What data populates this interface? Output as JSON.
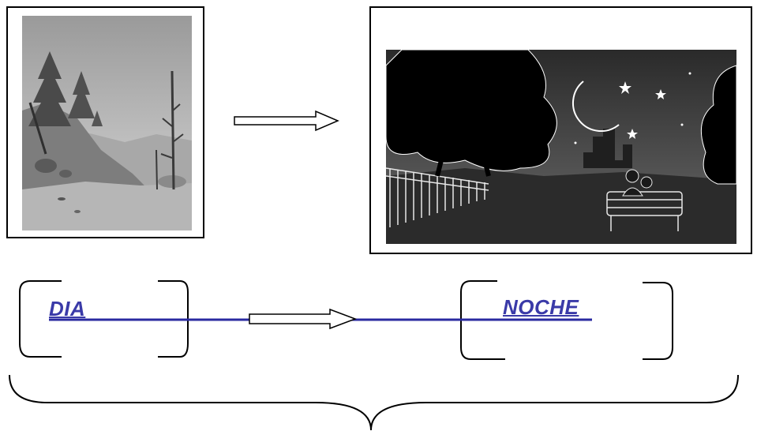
{
  "labels": {
    "day": "DIA",
    "night": "NOCHE"
  },
  "colors": {
    "label": "#3a3aa8",
    "line": "#2a2aa0",
    "night_sky": "#3c3c3c"
  },
  "icons": {
    "day_scene": "mountain-forest-day-illustration",
    "night_scene": "park-bench-moon-night-illustration",
    "moon": "crescent-moon-face-icon",
    "stars": "star-icons"
  }
}
